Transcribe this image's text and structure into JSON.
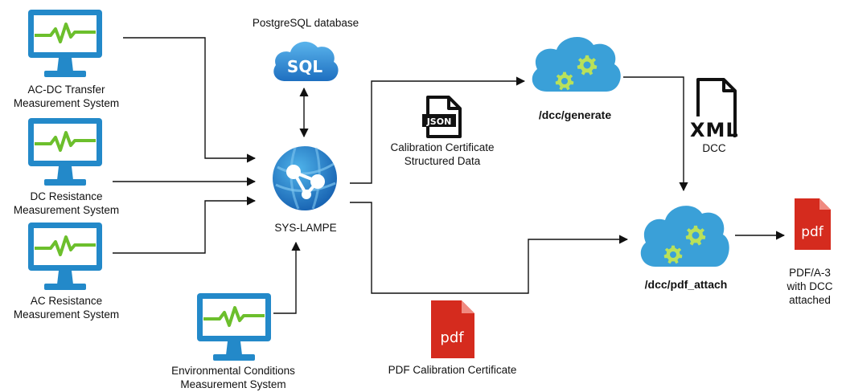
{
  "nodes": {
    "acdc": {
      "line1": "AC-DC Transfer",
      "line2": "Measurement System"
    },
    "dcres": {
      "line1": "DC Resistance",
      "line2": "Measurement System"
    },
    "acres": {
      "line1": "AC Resistance",
      "line2": "Measurement System"
    },
    "env": {
      "line1": "Environmental Conditions",
      "line2": "Measurement System"
    },
    "postgres": {
      "label": "PostgreSQL database",
      "icon_text": "SQL"
    },
    "lampe": {
      "label": "SYS-LAMPE"
    },
    "json": {
      "line1": "Calibration Certificate",
      "line2": "Structured Data",
      "icon_text": "JSON"
    },
    "pdfcert": {
      "label": "PDF Calibration Certificate",
      "icon_text": "pdf"
    },
    "generate": {
      "label": "/dcc/generate"
    },
    "xml": {
      "label": "DCC",
      "icon_text": "XML"
    },
    "attach": {
      "label": "/dcc/pdf_attach"
    },
    "pdfout": {
      "line1": "PDF/A-3",
      "line2": "with DCC",
      "line3": "attached",
      "icon_text": "pdf"
    }
  },
  "colors": {
    "monitor": "#2389c9",
    "monitor_screen": "#ffffff",
    "pulse": "#6cbf2c",
    "cloud": "#3aa0d8",
    "gear": "#b9e15a",
    "pdf_red": "#d52b1e",
    "arrow": "#111111"
  }
}
